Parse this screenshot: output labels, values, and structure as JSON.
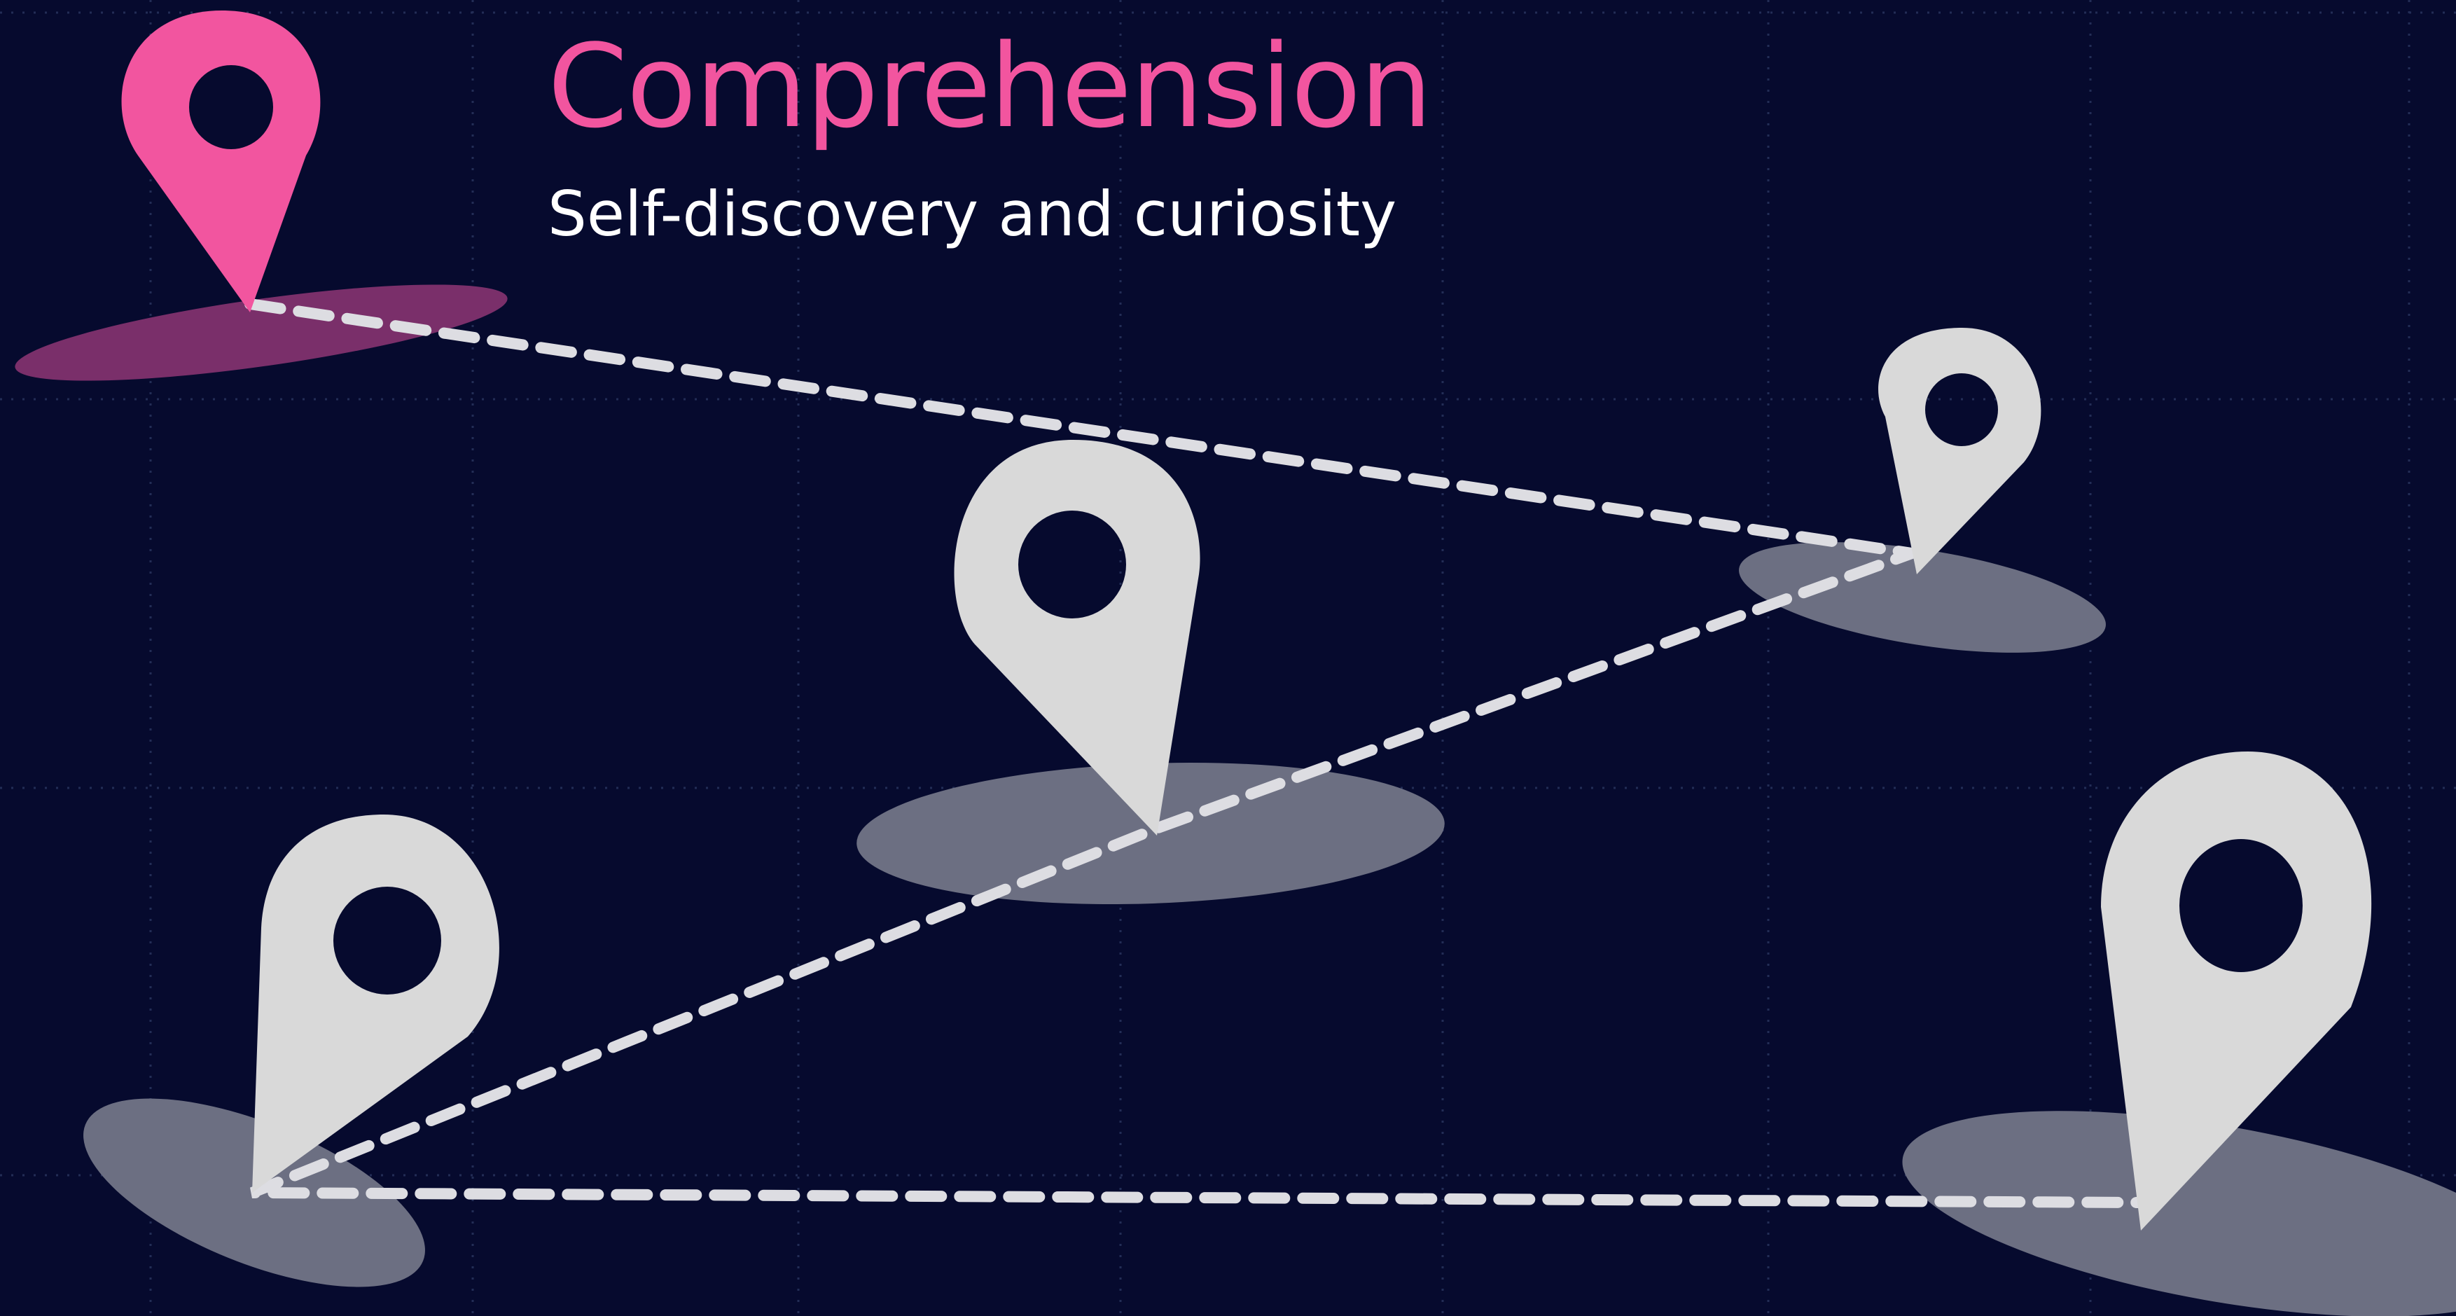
{
  "slide": {
    "title": "Comprehension",
    "subtitle": "Self-discovery and curiosity"
  },
  "colors": {
    "background": "#060a2e",
    "accent": "#f2559f",
    "shadow_accent": "#7a2f6a",
    "pin": "#d9d9d9",
    "shadow": "#6c6f82",
    "route": "#dddde2",
    "subtitle": "#ffffff"
  },
  "route": {
    "style": "dashed",
    "stop_count": 5,
    "order": [
      "start",
      "stop-2",
      "stop-3",
      "stop-4",
      "destination"
    ]
  },
  "icons": [
    "map-pin-icon",
    "map-pin-icon",
    "map-pin-icon",
    "map-pin-icon",
    "map-pin-icon"
  ]
}
